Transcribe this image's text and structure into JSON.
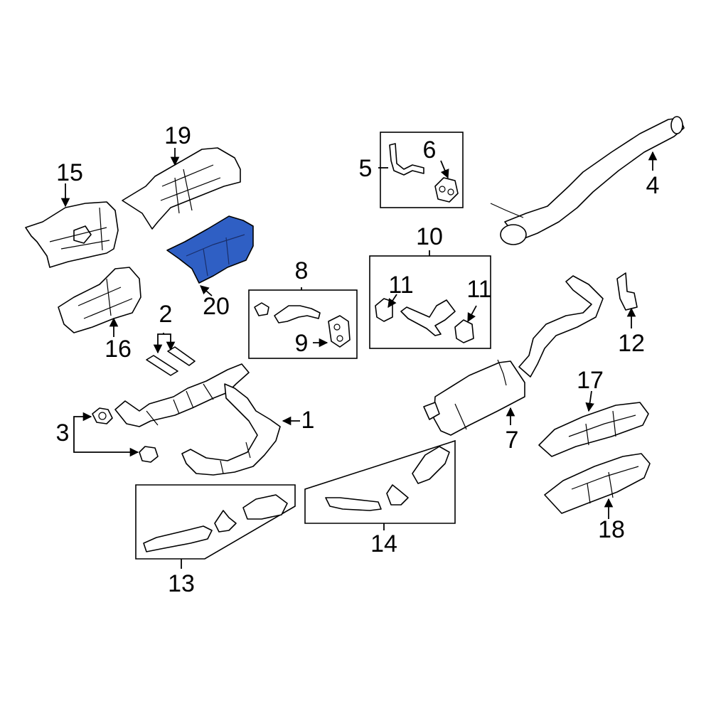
{
  "diagram": {
    "highlight_color": "#2f5fc4",
    "highlighted_part": "20",
    "callouts": [
      "1",
      "2",
      "3",
      "4",
      "5",
      "6",
      "7",
      "8",
      "9",
      "10",
      "11",
      "11",
      "12",
      "13",
      "14",
      "15",
      "16",
      "17",
      "18",
      "19",
      "20"
    ]
  }
}
